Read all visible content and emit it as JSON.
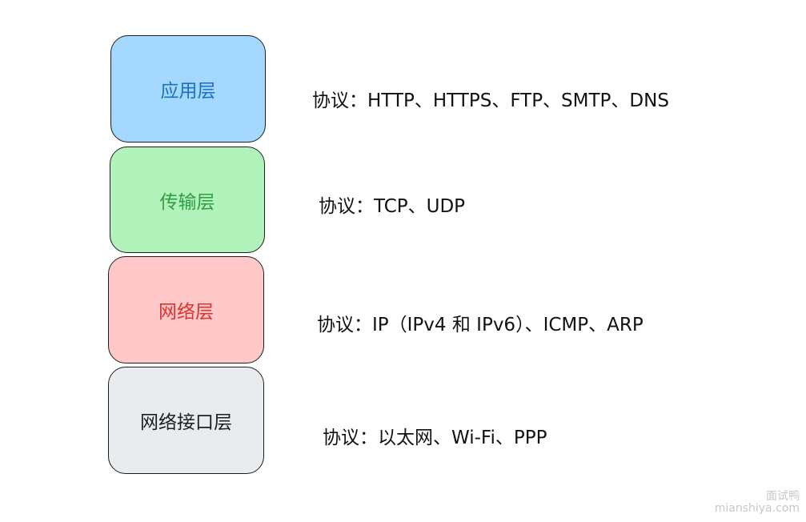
{
  "layers": [
    {
      "name": "应用层",
      "protocols": "协议：HTTP、HTTPS、FTP、SMTP、DNS",
      "fill": "#a5d8ff",
      "text_color": "#1971c2"
    },
    {
      "name": "传输层",
      "protocols": "协议：TCP、UDP",
      "fill": "#b2f2bb",
      "text_color": "#2f9e44"
    },
    {
      "name": "网络层",
      "protocols": "协议：IP（IPv4 和 IPv6）、ICMP、ARP",
      "fill": "#ffc9c9",
      "text_color": "#e03131"
    },
    {
      "name": "网络接口层",
      "protocols": "协议：以太网、Wi-Fi、PPP",
      "fill": "#e9ecef",
      "text_color": "#1e1e1e"
    }
  ],
  "watermark": {
    "line1": "面试鸭",
    "line2": "mianshiya.com"
  }
}
